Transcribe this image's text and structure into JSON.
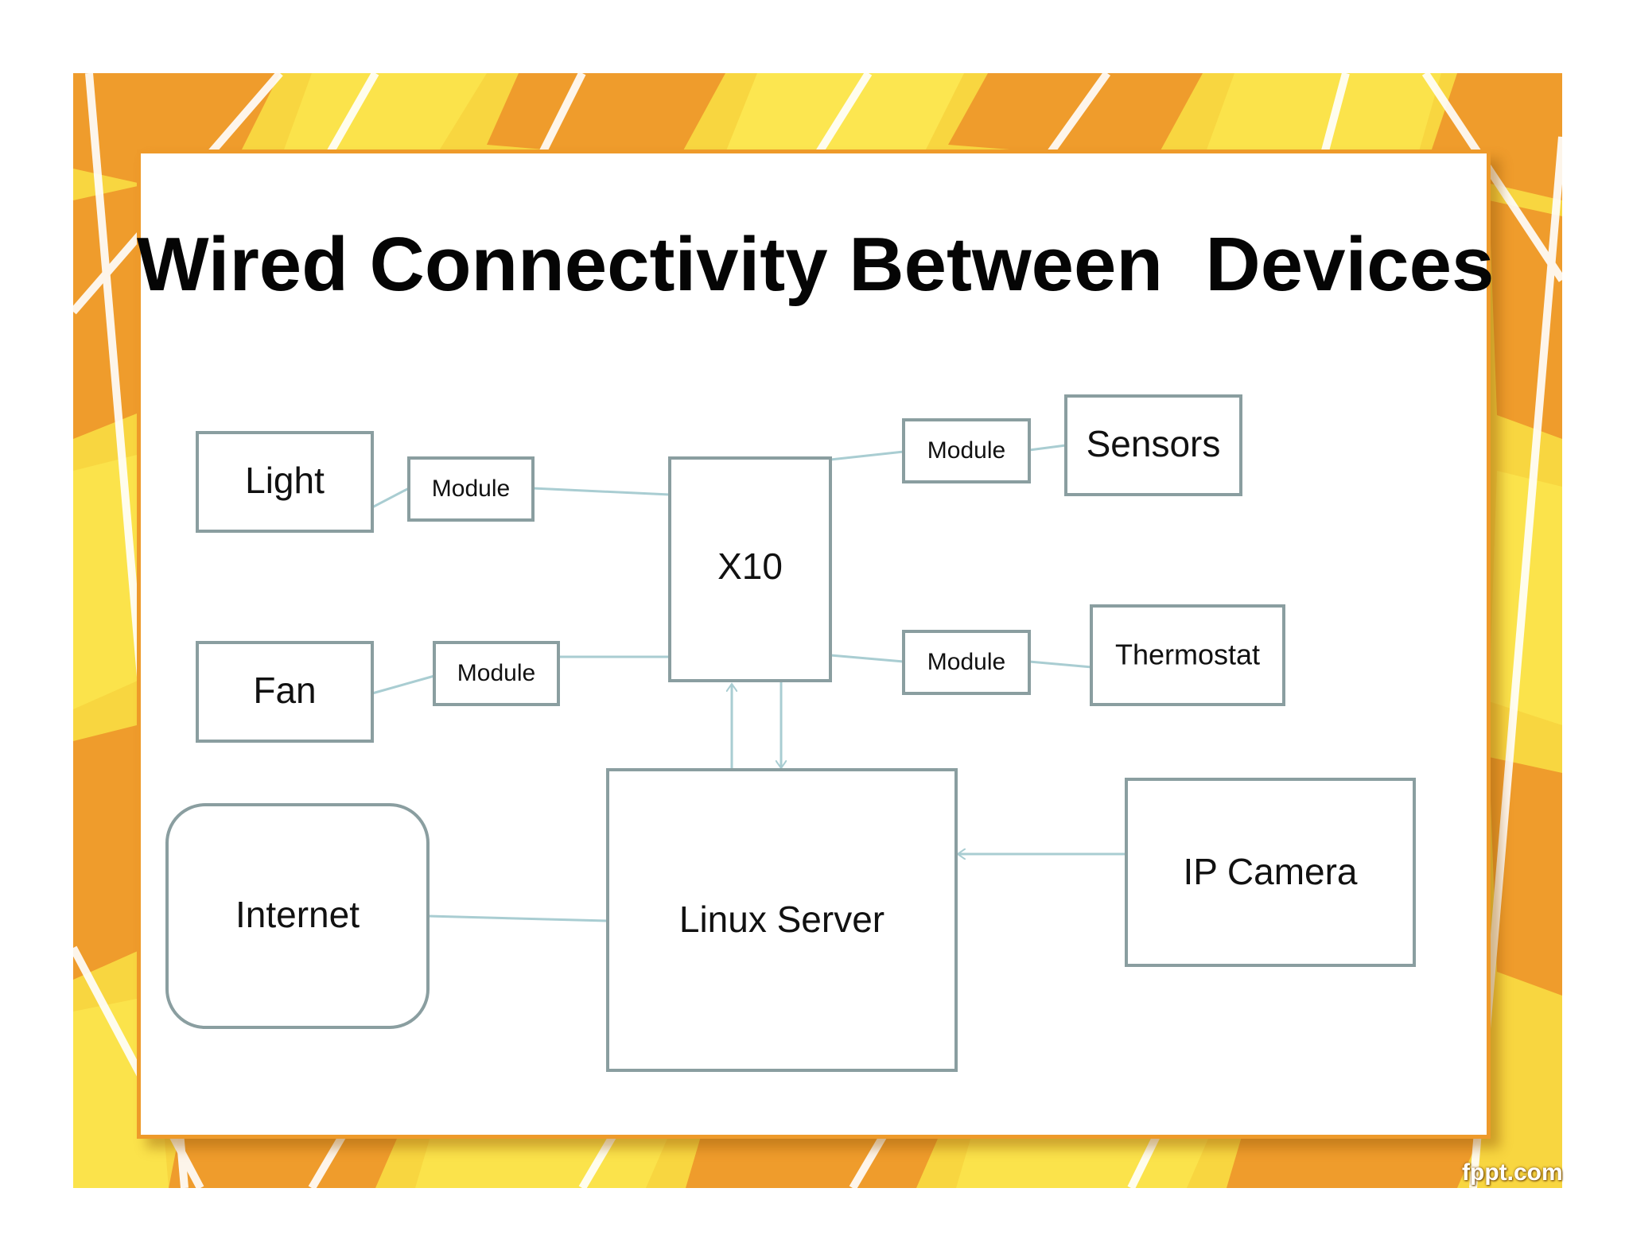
{
  "slide": {
    "title": "Wired Connectivity Between  Devices",
    "watermark": "fppt.com",
    "colors": {
      "frame": "#ee9a2a",
      "box_stroke": "#8a9ea0",
      "line": "#a9cdd2",
      "bg_orange": "#ef9c2c",
      "bg_yellow": "#fbe34b"
    }
  },
  "nodes": {
    "light": "Light",
    "light_module": "Module",
    "fan": "Fan",
    "fan_module": "Module",
    "x10": "X10",
    "sensors_module": "Module",
    "sensors": "Sensors",
    "thermostat_module": "Module",
    "thermostat": "Thermostat",
    "internet": "Internet",
    "linux_server": "Linux Server",
    "ip_camera": "IP Camera"
  }
}
